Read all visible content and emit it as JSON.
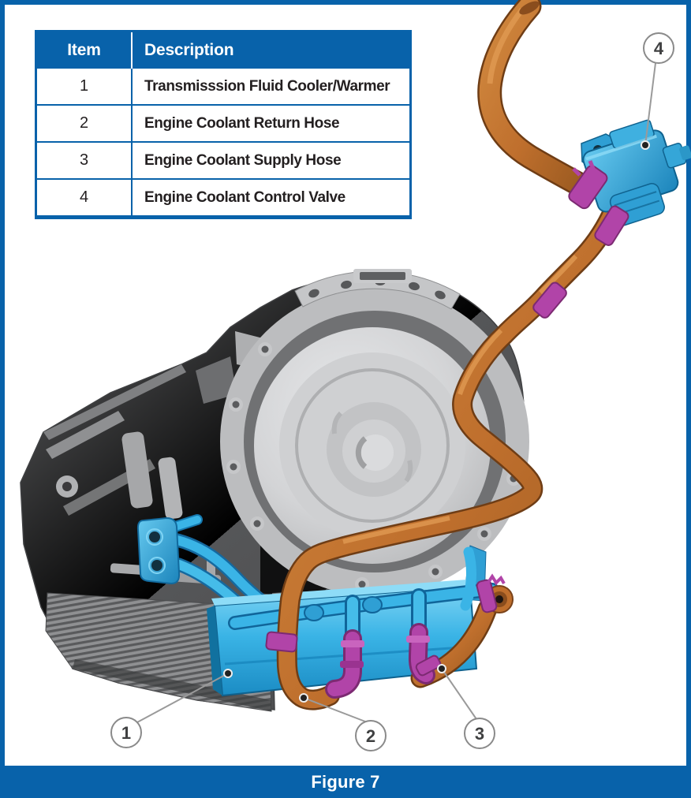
{
  "table": {
    "headers": {
      "item": "Item",
      "description": "Description"
    },
    "rows": [
      {
        "item": "1",
        "description": "Transmisssion Fluid Cooler/Warmer"
      },
      {
        "item": "2",
        "description": "Engine Coolant Return Hose"
      },
      {
        "item": "3",
        "description": "Engine Coolant Supply Hose"
      },
      {
        "item": "4",
        "description": "Engine Coolant Control Valve"
      }
    ]
  },
  "callouts": [
    {
      "label": "1"
    },
    {
      "label": "2"
    },
    {
      "label": "3"
    },
    {
      "label": "4"
    }
  ],
  "figure": {
    "caption": "Figure 7"
  },
  "colors": {
    "frame_blue": "#0862aa",
    "part_highlight_cyan": "#3ab4e6",
    "hose_orange": "#bf6f2d",
    "clamp_magenta": "#b144a8",
    "transmission_gray": "#58595b"
  }
}
